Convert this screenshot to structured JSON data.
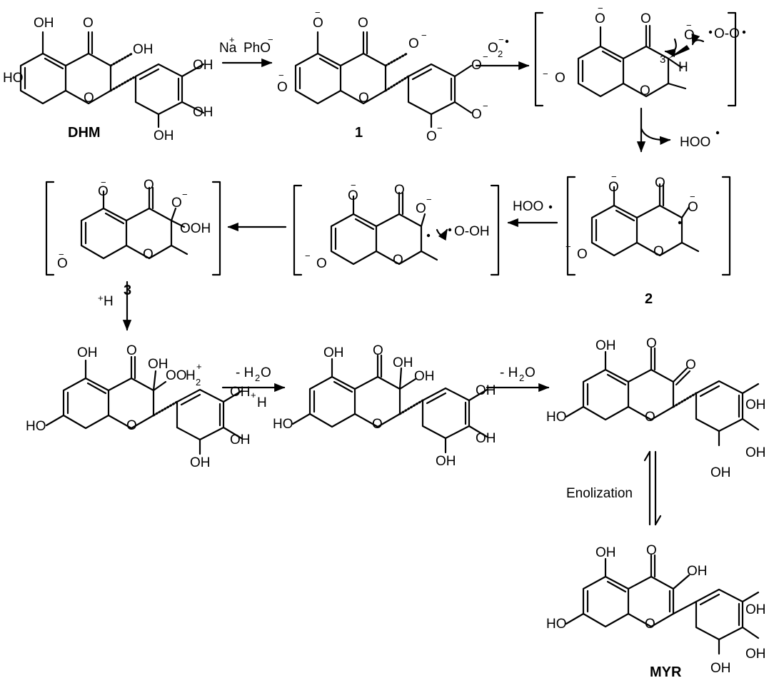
{
  "compounds": {
    "dhm": {
      "label": "DHM"
    },
    "c1": {
      "label": "1"
    },
    "c2": {
      "label": "2"
    },
    "c3": {
      "label": "3"
    },
    "myr": {
      "label": "MYR"
    }
  },
  "atom_labels": {
    "oh": "OH",
    "ho": "HO",
    "o": "O",
    "h": "H",
    "ooh": "OOH",
    "oo": "OO",
    "radical_pair": "O-O",
    "hydroperoxyl_radical": "O-OH",
    "position_3": "3"
  },
  "charges": {
    "minus": "−",
    "plus": "+",
    "sub2": "2"
  },
  "reagents": {
    "step1_cation": "Na",
    "step1_anion": "PhO",
    "step2": "O",
    "byproduct": "HOO",
    "step4": "HOO",
    "step6_proton": "H",
    "water_loss": "- H",
    "water_o": "O",
    "enolization": "Enolization"
  }
}
